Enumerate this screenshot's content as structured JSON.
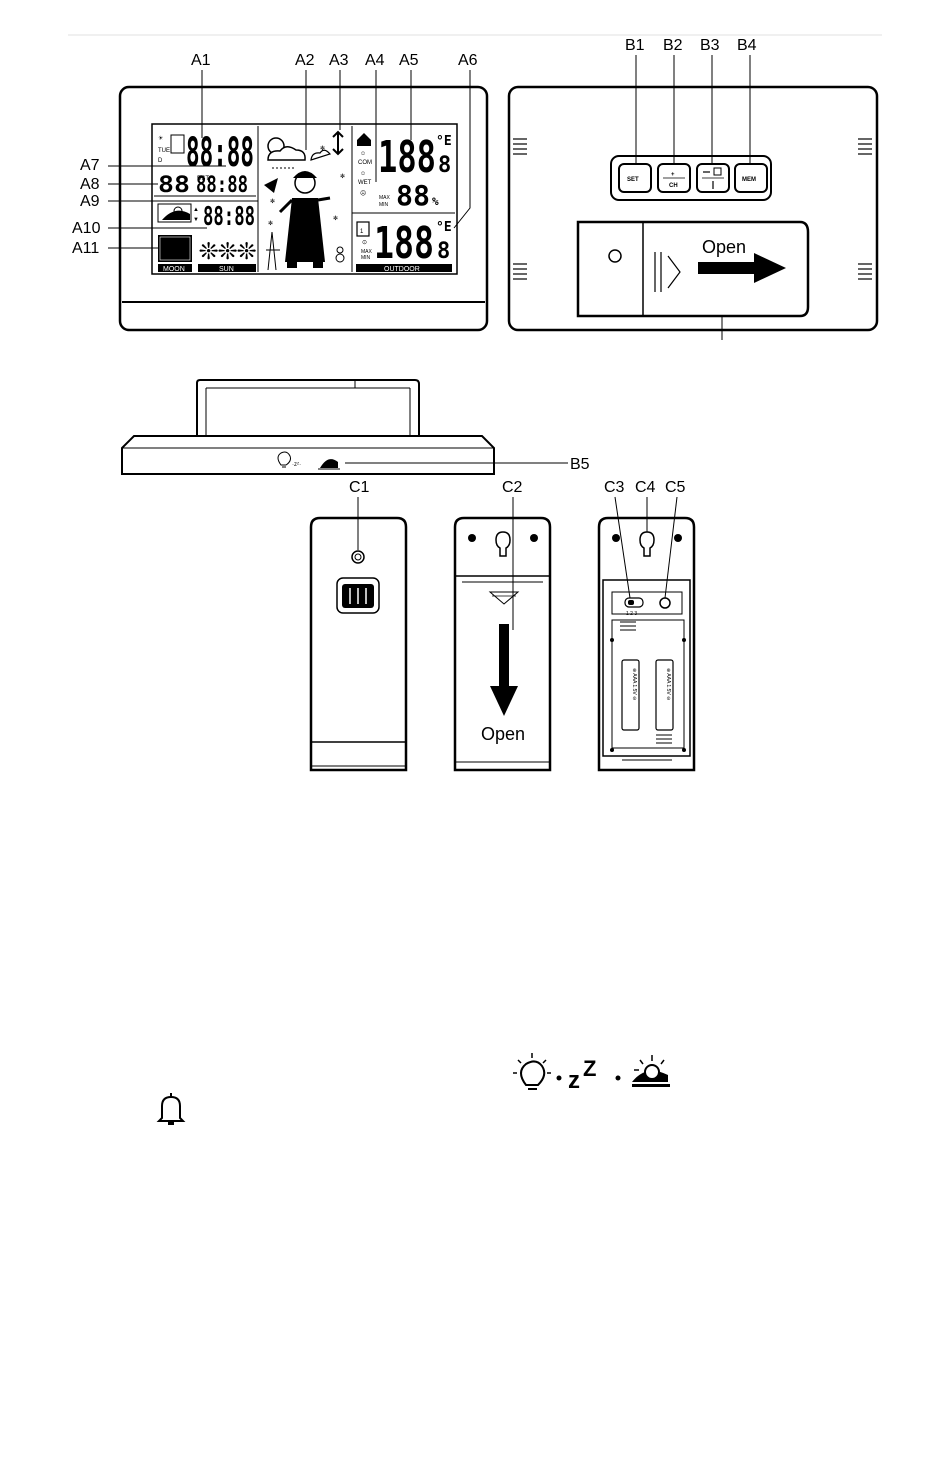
{
  "labels": {
    "a1": "A1",
    "a2": "A2",
    "a3": "A3",
    "a4": "A4",
    "a5": "A5",
    "a6": "A6",
    "a7": "A7",
    "a8": "A8",
    "a9": "A9",
    "a10": "A10",
    "a11": "A11",
    "b1": "B1",
    "b2": "B2",
    "b3": "B3",
    "b4": "B4",
    "b5": "B5",
    "c1": "C1",
    "c2": "C2",
    "c3": "C3",
    "c4": "C4",
    "c5": "C5"
  },
  "display": {
    "main_digits": "88:88",
    "digits_88": "88",
    "small_time": "88:88",
    "sunrise_time": "88:88",
    "in_temp": "188",
    "in_decimal": "8",
    "out_temp": "188",
    "out_decimal": "8",
    "humidity": "88",
    "percent": "%",
    "degree_unit": "°E",
    "max": "MAX",
    "min": "MIN",
    "in_badge": "IN",
    "moon_label": "MOON",
    "sun_label": "SUN",
    "outdoor_label": "OUTDOOR"
  },
  "buttons": {
    "set": "SET",
    "ch_symbol": "+",
    "ch": "CH",
    "mem": "MEM"
  },
  "texts": {
    "open_right": "Open",
    "open_down": "Open",
    "b5_symbol": "·zᶻ·"
  },
  "icons": [
    "bulb-icon",
    "sleep-zz-icon",
    "sunrise-icon",
    "bell-icon",
    "arrow-right-icon",
    "arrow-down-icon"
  ]
}
